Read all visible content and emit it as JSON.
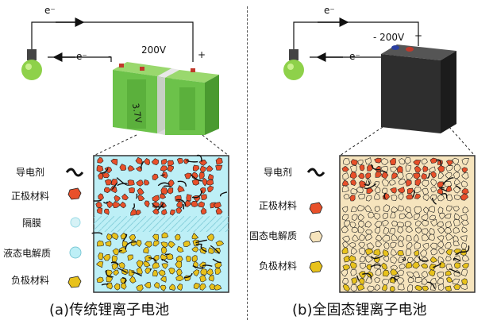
{
  "panel_a": {
    "electron_top": "e⁻",
    "electron_bottom": "e⁻",
    "voltage": "200V",
    "minus": "-",
    "plus": "+",
    "cell_label": "3.7V",
    "legend": [
      "导电剂",
      "正极材料",
      "隔膜",
      "液态电解质",
      "负极材料"
    ],
    "caption": "(a)传统锂离子电池"
  },
  "panel_b": {
    "electron_top": "e⁻",
    "electron_bottom": "e⁻",
    "voltage": "- 200V",
    "plus": "+",
    "legend": [
      "导电剂",
      "正极材料",
      "固态电解质",
      "负极材料"
    ],
    "caption": "(b)全固态锂离子电池"
  },
  "colors": {
    "cathode": "#e8502a",
    "anode": "#e8c21c",
    "solid_electrolyte": "#f6e4bd",
    "liquid_electrolyte": "#bdeff6",
    "battery_green": "#6cc24a",
    "battery_dark": "#333333"
  }
}
